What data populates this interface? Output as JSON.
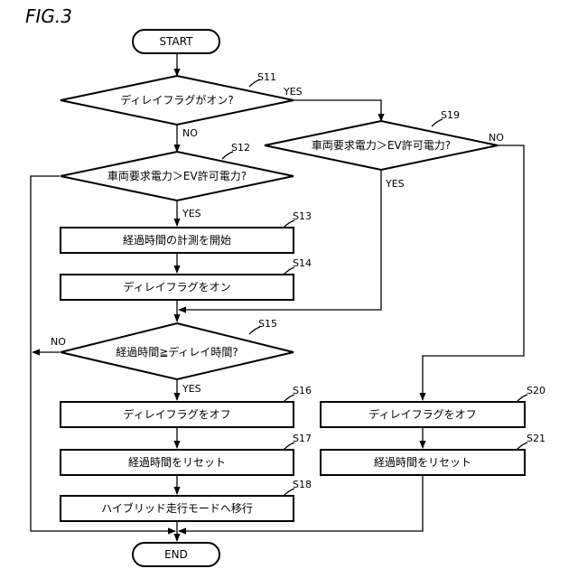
{
  "figure_title": "FIG.3",
  "nodes": {
    "start": "START",
    "end": "END",
    "s11": "ディレイフラグがオン?",
    "s12": "車両要求電力＞EV許可電力?",
    "s13": "経過時間の計測を開始",
    "s14": "ディレイフラグをオン",
    "s15": "経過時間≧ディレイ時間?",
    "s16": "ディレイフラグをオフ",
    "s17": "経過時間をリセット",
    "s18": "ハイブリッド走行モードへ移行",
    "s19": "車両要求電力＞EV許可電力?",
    "s20": "ディレイフラグをオフ",
    "s21": "経過時間をリセット"
  },
  "step_labels": {
    "s11": "S11",
    "s12": "S12",
    "s13": "S13",
    "s14": "S14",
    "s15": "S15",
    "s16": "S16",
    "s17": "S17",
    "s18": "S18",
    "s19": "S19",
    "s20": "S20",
    "s21": "S21"
  },
  "branch_labels": {
    "s11_yes": "YES",
    "s11_no": "NO",
    "s12_yes": "YES",
    "s15_yes": "YES",
    "s15_no": "NO",
    "s19_yes": "YES",
    "s19_no": "NO"
  }
}
